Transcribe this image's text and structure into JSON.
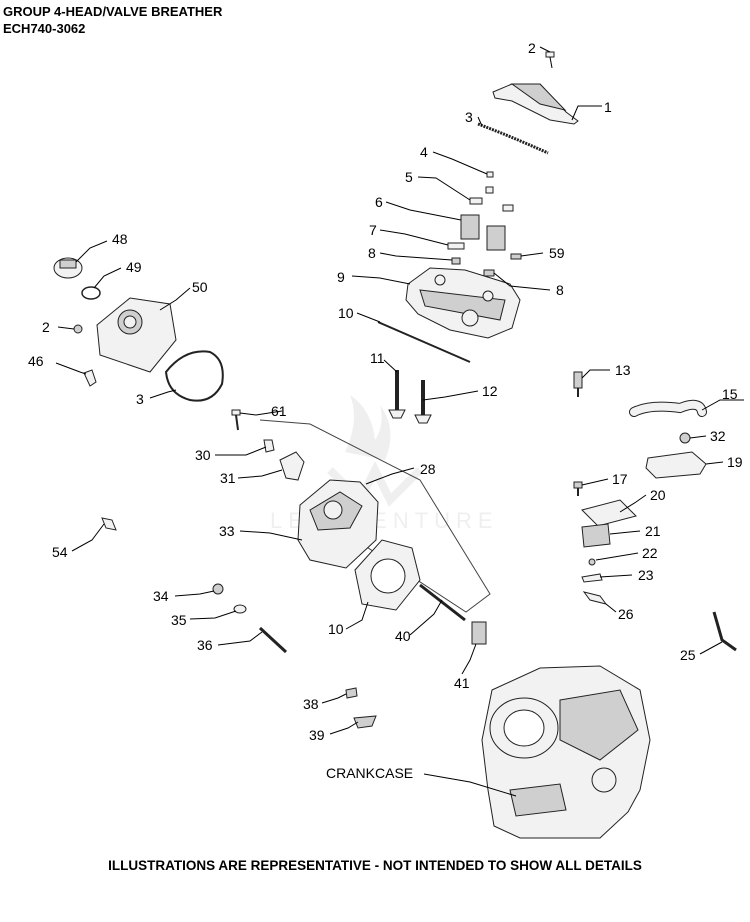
{
  "header": {
    "title": "GROUP 4-HEAD/VALVE BREATHER",
    "subtitle": "ECH740-3062"
  },
  "footer": "ILLUSTRATIONS ARE REPRESENTATIVE - NOT INTENDED TO SHOW ALL DETAILS",
  "watermark": "LEADVENTURE",
  "callouts": [
    {
      "id": "c1",
      "text": "1"
    },
    {
      "id": "c2a",
      "text": "2"
    },
    {
      "id": "c2b",
      "text": "2"
    },
    {
      "id": "c3a",
      "text": "3"
    },
    {
      "id": "c3b",
      "text": "3"
    },
    {
      "id": "c4",
      "text": "4"
    },
    {
      "id": "c5",
      "text": "5"
    },
    {
      "id": "c6",
      "text": "6"
    },
    {
      "id": "c7",
      "text": "7"
    },
    {
      "id": "c8a",
      "text": "8"
    },
    {
      "id": "c8b",
      "text": "8"
    },
    {
      "id": "c9",
      "text": "9"
    },
    {
      "id": "c10a",
      "text": "10"
    },
    {
      "id": "c10b",
      "text": "10"
    },
    {
      "id": "c11",
      "text": "11"
    },
    {
      "id": "c12",
      "text": "12"
    },
    {
      "id": "c13",
      "text": "13"
    },
    {
      "id": "c15",
      "text": "15"
    },
    {
      "id": "c17",
      "text": "17"
    },
    {
      "id": "c19",
      "text": "19"
    },
    {
      "id": "c20",
      "text": "20"
    },
    {
      "id": "c21",
      "text": "21"
    },
    {
      "id": "c22",
      "text": "22"
    },
    {
      "id": "c23",
      "text": "23"
    },
    {
      "id": "c25",
      "text": "25"
    },
    {
      "id": "c26",
      "text": "26"
    },
    {
      "id": "c28",
      "text": "28"
    },
    {
      "id": "c30",
      "text": "30"
    },
    {
      "id": "c31",
      "text": "31"
    },
    {
      "id": "c32",
      "text": "32"
    },
    {
      "id": "c33",
      "text": "33"
    },
    {
      "id": "c34",
      "text": "34"
    },
    {
      "id": "c35",
      "text": "35"
    },
    {
      "id": "c36",
      "text": "36"
    },
    {
      "id": "c38",
      "text": "38"
    },
    {
      "id": "c39",
      "text": "39"
    },
    {
      "id": "c40",
      "text": "40"
    },
    {
      "id": "c41",
      "text": "41"
    },
    {
      "id": "c46",
      "text": "46"
    },
    {
      "id": "c48",
      "text": "48"
    },
    {
      "id": "c49",
      "text": "49"
    },
    {
      "id": "c50",
      "text": "50"
    },
    {
      "id": "c54",
      "text": "54"
    },
    {
      "id": "c59",
      "text": "59"
    },
    {
      "id": "c61",
      "text": "61"
    },
    {
      "id": "crank",
      "text": "CRANKCASE"
    }
  ]
}
